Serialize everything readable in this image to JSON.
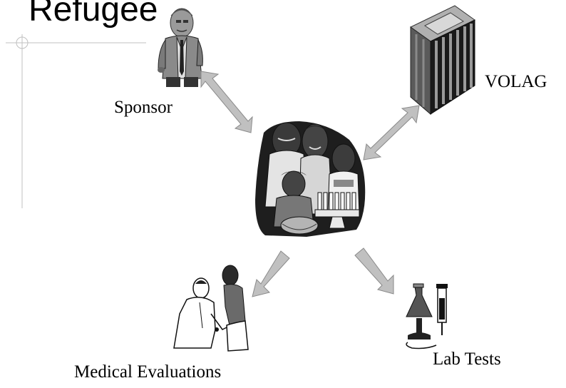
{
  "slide": {
    "title": "Refugee"
  },
  "labels": {
    "sponsor": "Sponsor",
    "volag": "VOLAG",
    "medical": "Medical Evaluations",
    "lab": "Lab Tests"
  },
  "colors": {
    "arrow_fill": "#c0c0c0",
    "arrow_stroke": "#8a8a8a",
    "guide_line": "#c0c0c0"
  }
}
